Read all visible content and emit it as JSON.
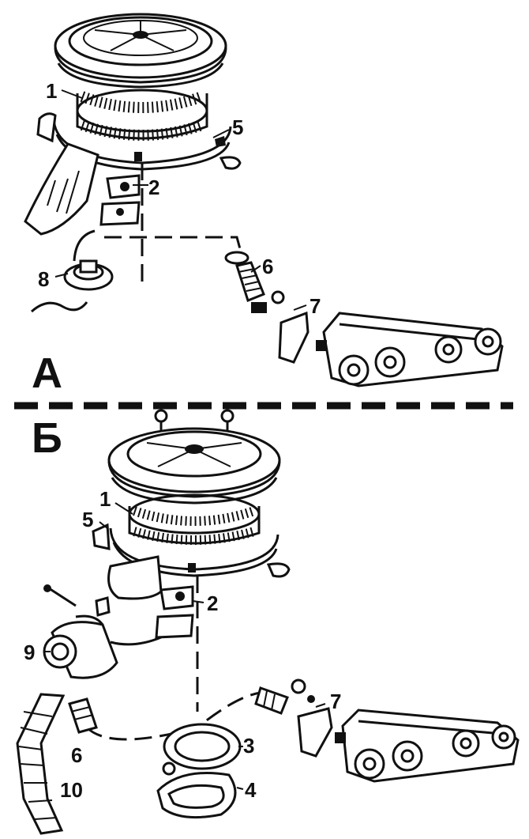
{
  "sections": {
    "a": "А",
    "b": "Б"
  },
  "callouts_a": [
    "1",
    "2",
    "5",
    "6",
    "7",
    "8"
  ],
  "callouts_b": [
    "1",
    "2",
    "3",
    "4",
    "5",
    "6",
    "7",
    "9",
    "10"
  ],
  "colors": {
    "ink": "#111111",
    "paper": "#ffffff"
  }
}
